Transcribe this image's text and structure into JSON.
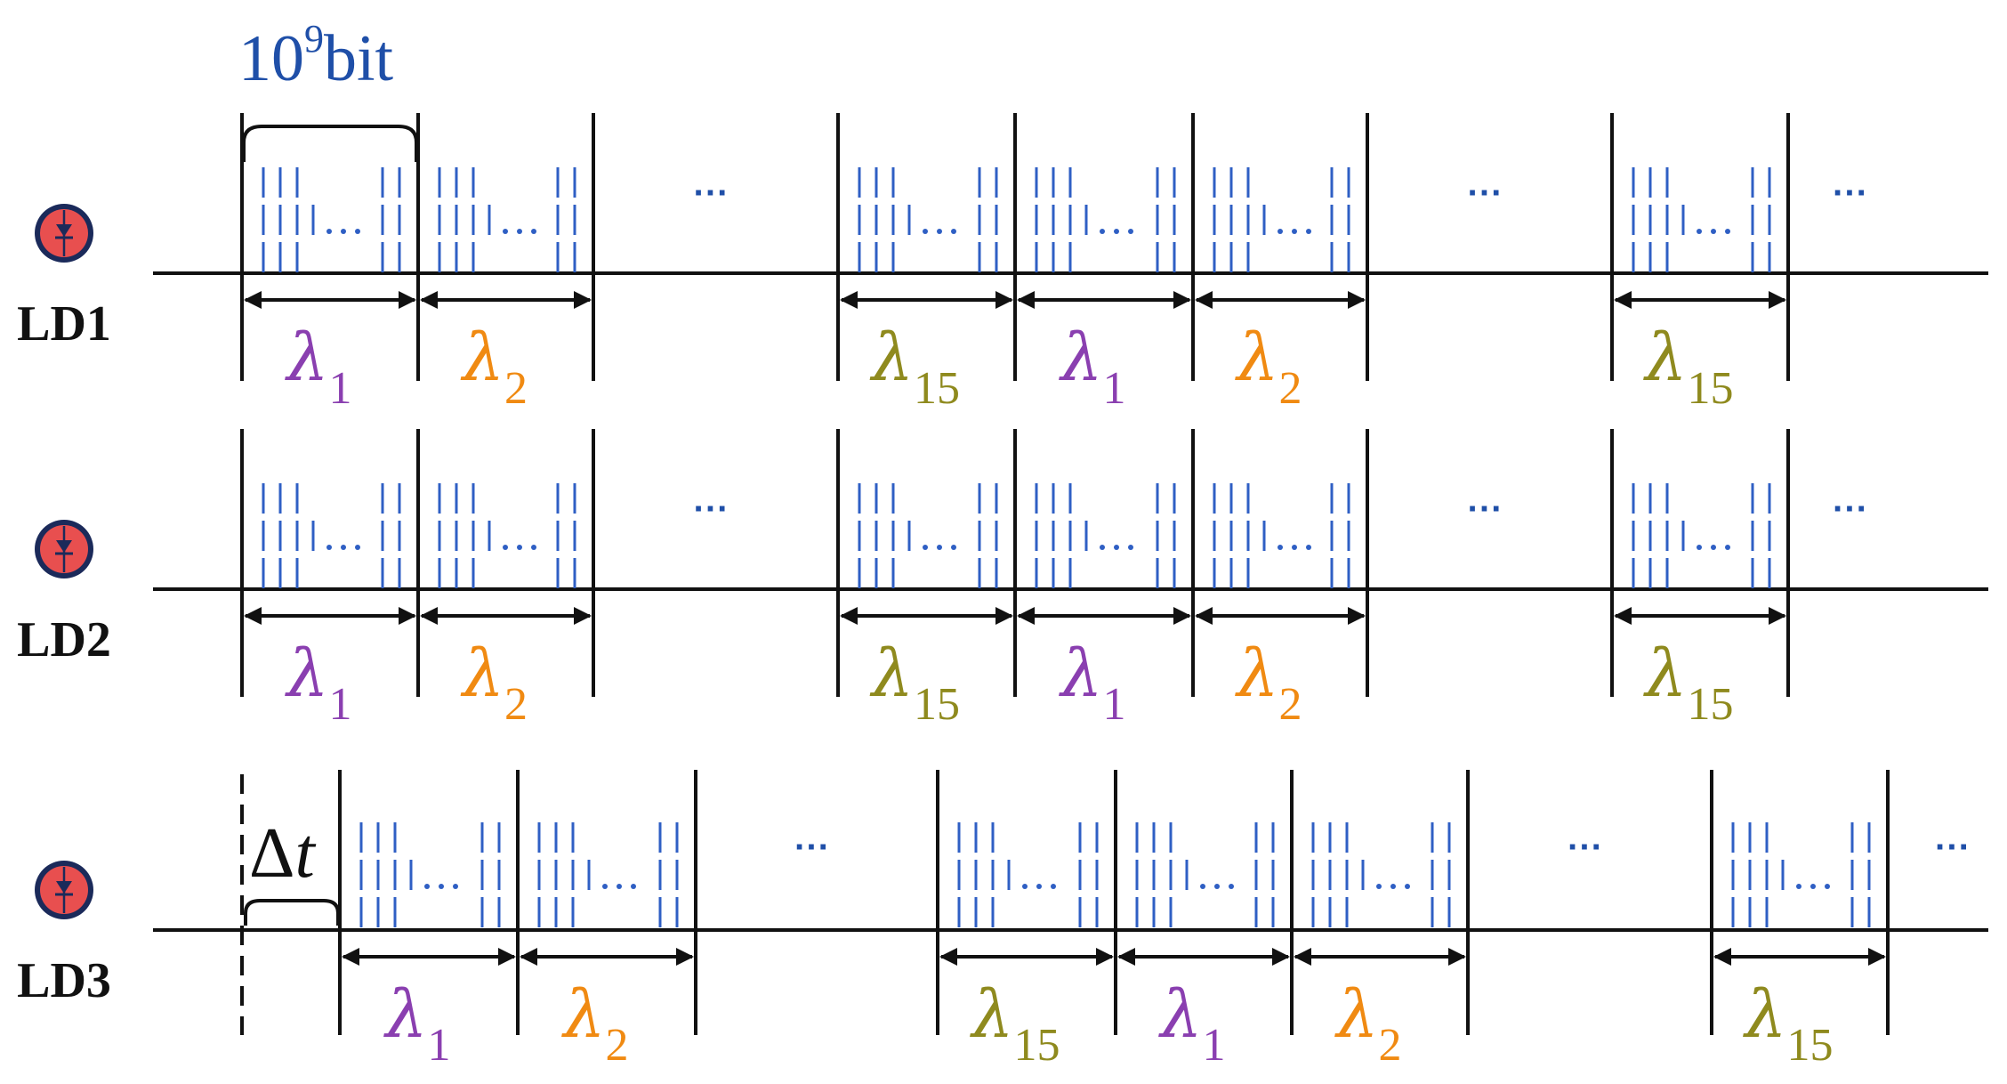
{
  "title": {
    "base": "10",
    "sup": "9",
    "tail": "bit"
  },
  "delta_label": {
    "symbol": "Δ",
    "var": "t"
  },
  "ellipsis": "···",
  "colors": {
    "line": "#111111",
    "bits": "#2f5fc4",
    "lambda1": "#8a3fb0",
    "lambda2": "#f08a12",
    "lambda15": "#8f8a1e",
    "laser_fill": "#e84f4f",
    "laser_ring": "#1b2a5a"
  },
  "lasers": [
    {
      "label": "LD1",
      "frames": [
        {
          "wavelength": "λ",
          "index": "1",
          "color_key": "lambda1"
        },
        {
          "wavelength": "λ",
          "index": "2",
          "color_key": "lambda2"
        },
        {
          "wavelength": "λ",
          "index": "15",
          "color_key": "lambda15"
        },
        {
          "wavelength": "λ",
          "index": "1",
          "color_key": "lambda1"
        },
        {
          "wavelength": "λ",
          "index": "2",
          "color_key": "lambda2"
        },
        {
          "wavelength": "λ",
          "index": "15",
          "color_key": "lambda15"
        }
      ]
    },
    {
      "label": "LD2",
      "frames": [
        {
          "wavelength": "λ",
          "index": "1",
          "color_key": "lambda1"
        },
        {
          "wavelength": "λ",
          "index": "2",
          "color_key": "lambda2"
        },
        {
          "wavelength": "λ",
          "index": "15",
          "color_key": "lambda15"
        },
        {
          "wavelength": "λ",
          "index": "1",
          "color_key": "lambda1"
        },
        {
          "wavelength": "λ",
          "index": "2",
          "color_key": "lambda2"
        },
        {
          "wavelength": "λ",
          "index": "15",
          "color_key": "lambda15"
        }
      ]
    },
    {
      "label": "LD3",
      "frames": [
        {
          "wavelength": "λ",
          "index": "1",
          "color_key": "lambda1"
        },
        {
          "wavelength": "λ",
          "index": "2",
          "color_key": "lambda2"
        },
        {
          "wavelength": "λ",
          "index": "15",
          "color_key": "lambda15"
        },
        {
          "wavelength": "λ",
          "index": "1",
          "color_key": "lambda1"
        },
        {
          "wavelength": "λ",
          "index": "2",
          "color_key": "lambda2"
        },
        {
          "wavelength": "λ",
          "index": "15",
          "color_key": "lambda15"
        }
      ]
    }
  ]
}
